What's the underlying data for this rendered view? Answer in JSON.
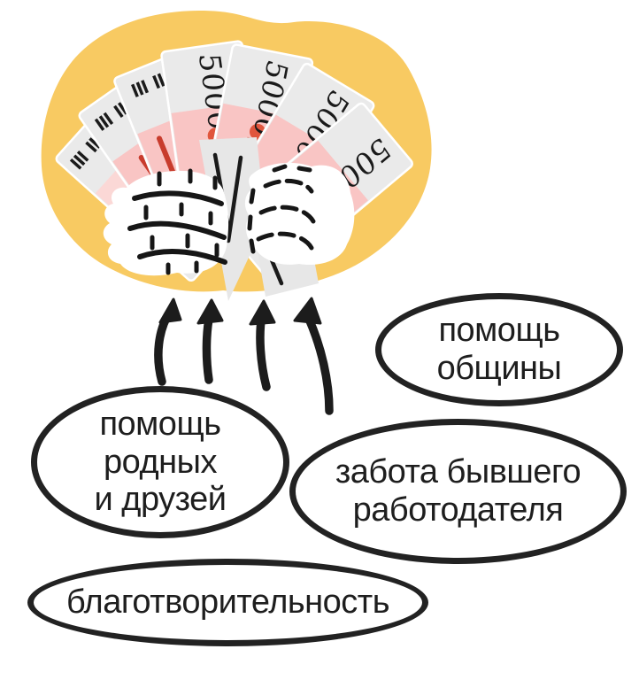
{
  "diagram": {
    "subject": "sources of financial help",
    "money": {
      "note_value": "5000",
      "description": "two fists holding a fan of 5000-ruble banknotes"
    },
    "arrows": {
      "count": 4,
      "direction": "up"
    },
    "bubbles": [
      {
        "id": "community-help",
        "lines": [
          "помощь",
          "общины"
        ]
      },
      {
        "id": "family-friends",
        "lines": [
          "помощь",
          "родных",
          "и друзей"
        ]
      },
      {
        "id": "former-employer",
        "lines": [
          "забота бывшего",
          "работодателя"
        ]
      },
      {
        "id": "charity",
        "lines": [
          "благотворительность"
        ]
      }
    ],
    "colors": {
      "blob": "#F8CA62",
      "note_paper": "#EAEAEA",
      "note_pink": "#F9C5C4",
      "note_red": "#E0563D",
      "note_dark_red": "#C83C2D",
      "ink": "#1c1c1c",
      "text": "#1e1e1e"
    }
  }
}
